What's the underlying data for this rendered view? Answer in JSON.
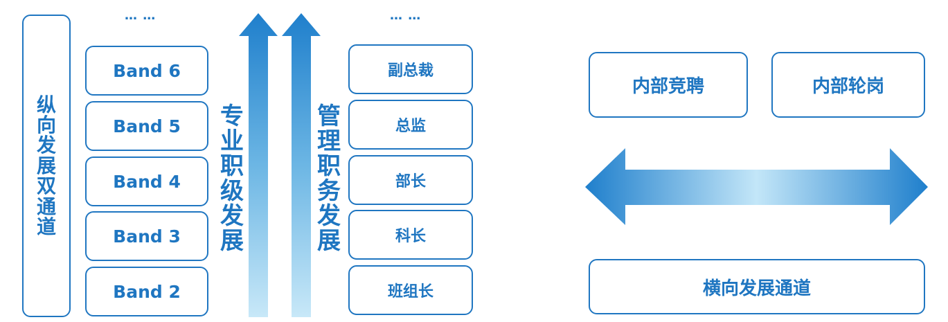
{
  "vertical": {
    "title": "纵向发展双通道",
    "dots": "… …",
    "bands": [
      "Band 6",
      "Band 5",
      "Band 4",
      "Band 3",
      "Band 2"
    ],
    "professional_label": "专业职级发展",
    "management_label": "管理职务发展",
    "management_levels": [
      "副总裁",
      "总监",
      "部长",
      "科长",
      "班组长"
    ]
  },
  "horizontal": {
    "options": [
      "内部竞聘",
      "内部轮岗"
    ],
    "title": "横向发展通道"
  },
  "colors": {
    "primary": "#1f76c1",
    "arrow_light": "#bfe2f6",
    "arrow_dark": "#1f7fcc"
  }
}
